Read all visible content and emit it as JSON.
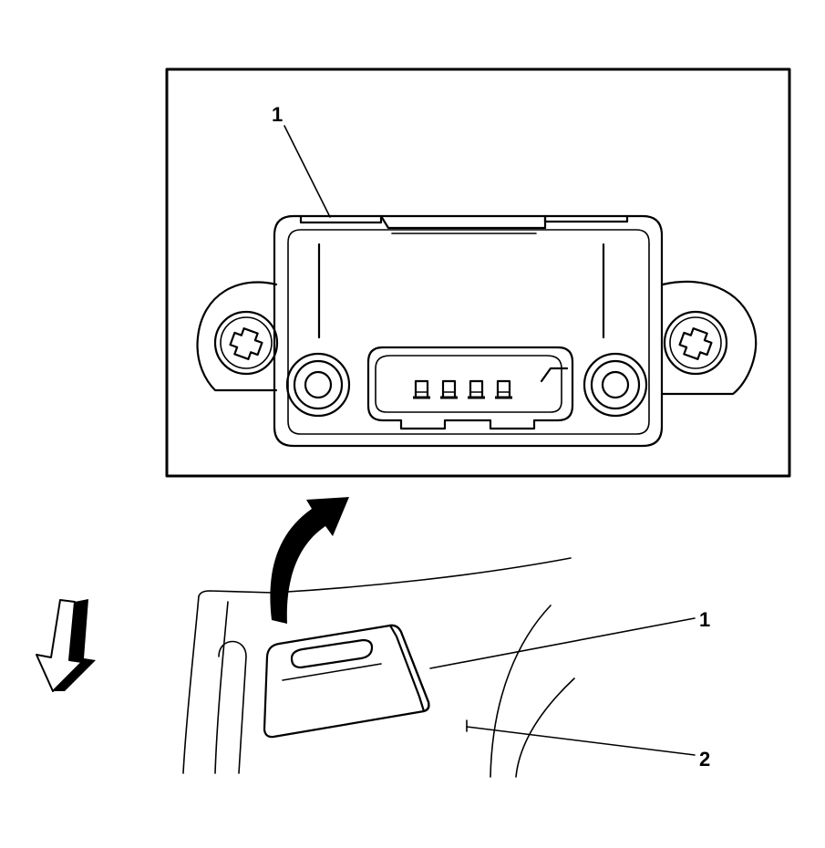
{
  "diagram": {
    "colors": {
      "line": "#000000",
      "background": "#ffffff"
    },
    "detail_view": {
      "callouts": [
        {
          "number": "1"
        }
      ]
    },
    "main_view": {
      "callouts": [
        {
          "number": "1"
        },
        {
          "number": "2"
        }
      ]
    },
    "icons": [
      "front-direction-arrow-icon",
      "zoom-arrow-icon",
      "screw-icon",
      "grommet-icon",
      "connector-icon"
    ]
  }
}
